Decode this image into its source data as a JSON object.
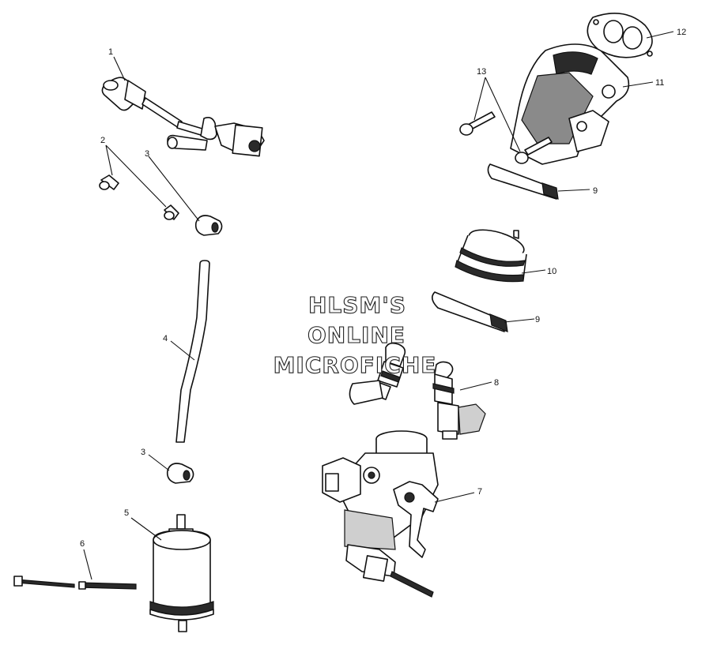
{
  "watermark": {
    "line1": "HLSM'S",
    "line2": "ONLINE",
    "line3": "MICROFICHE"
  },
  "callouts": {
    "c1": "1",
    "c2": "2",
    "c3a": "3",
    "c3b": "3",
    "c4": "4",
    "c5": "5",
    "c6": "6",
    "c7": "7",
    "c8": "8",
    "c9a": "9",
    "c9b": "9",
    "c10": "10",
    "c11": "11",
    "c12": "12",
    "c13": "13"
  }
}
